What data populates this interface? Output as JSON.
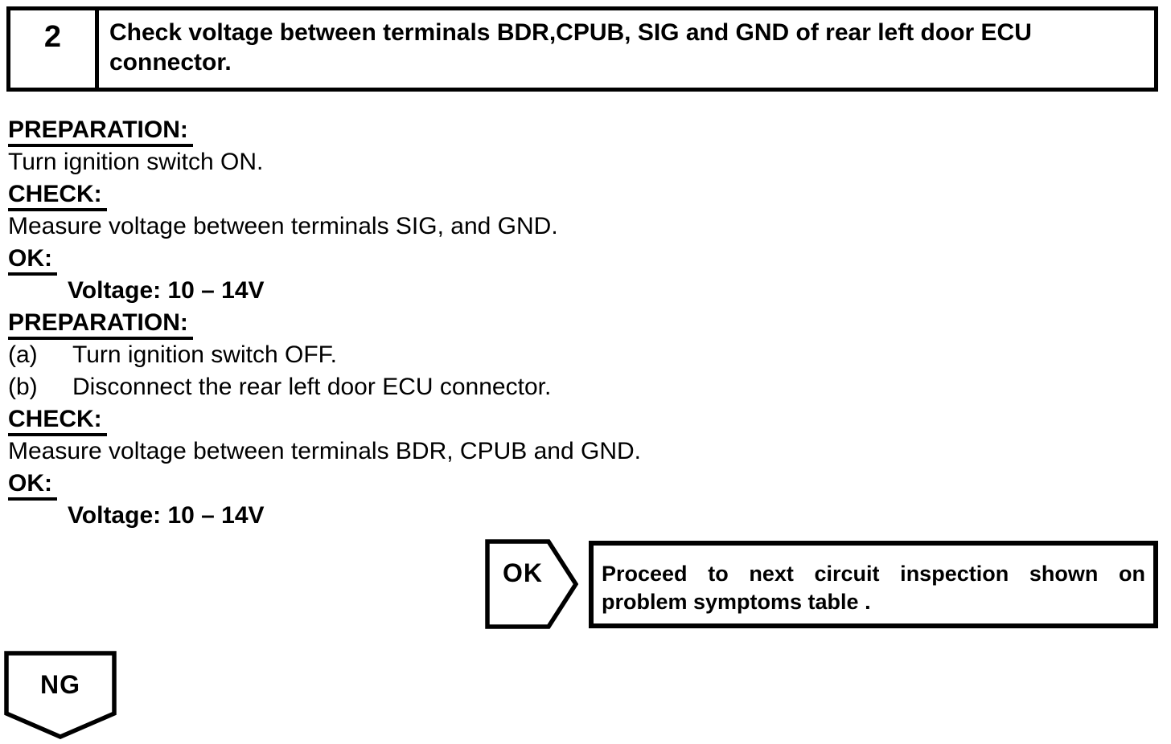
{
  "colors": {
    "ink": "#000000",
    "paper": "#ffffff"
  },
  "header": {
    "step_number": "2",
    "title": "Check voltage between terminals BDR,CPUB, SIG and GND of rear left door ECU connector."
  },
  "procedure": {
    "prep1_heading": "PREPARATION:",
    "prep1_text": "Turn ignition switch ON.",
    "check1_heading": "CHECK:",
    "check1_text": "Measure voltage between terminals SIG, and GND.",
    "ok1_heading": "OK:",
    "ok1_spec": "Voltage: 10 – 14V",
    "prep2_heading": "PREPARATION:",
    "prep2_steps": [
      {
        "label": "(a)",
        "text": "Turn ignition switch OFF."
      },
      {
        "label": "(b)",
        "text": "Disconnect the rear left door ECU connector."
      }
    ],
    "check2_heading": "CHECK:",
    "check2_text": "Measure voltage between terminals BDR, CPUB and GND.",
    "ok2_heading": "OK:",
    "ok2_spec": "Voltage: 10 – 14V"
  },
  "flow": {
    "ok_label": "OK",
    "ok_result": "Proceed to next circuit inspection shown on problem symptoms table .",
    "ng_label": "NG"
  }
}
